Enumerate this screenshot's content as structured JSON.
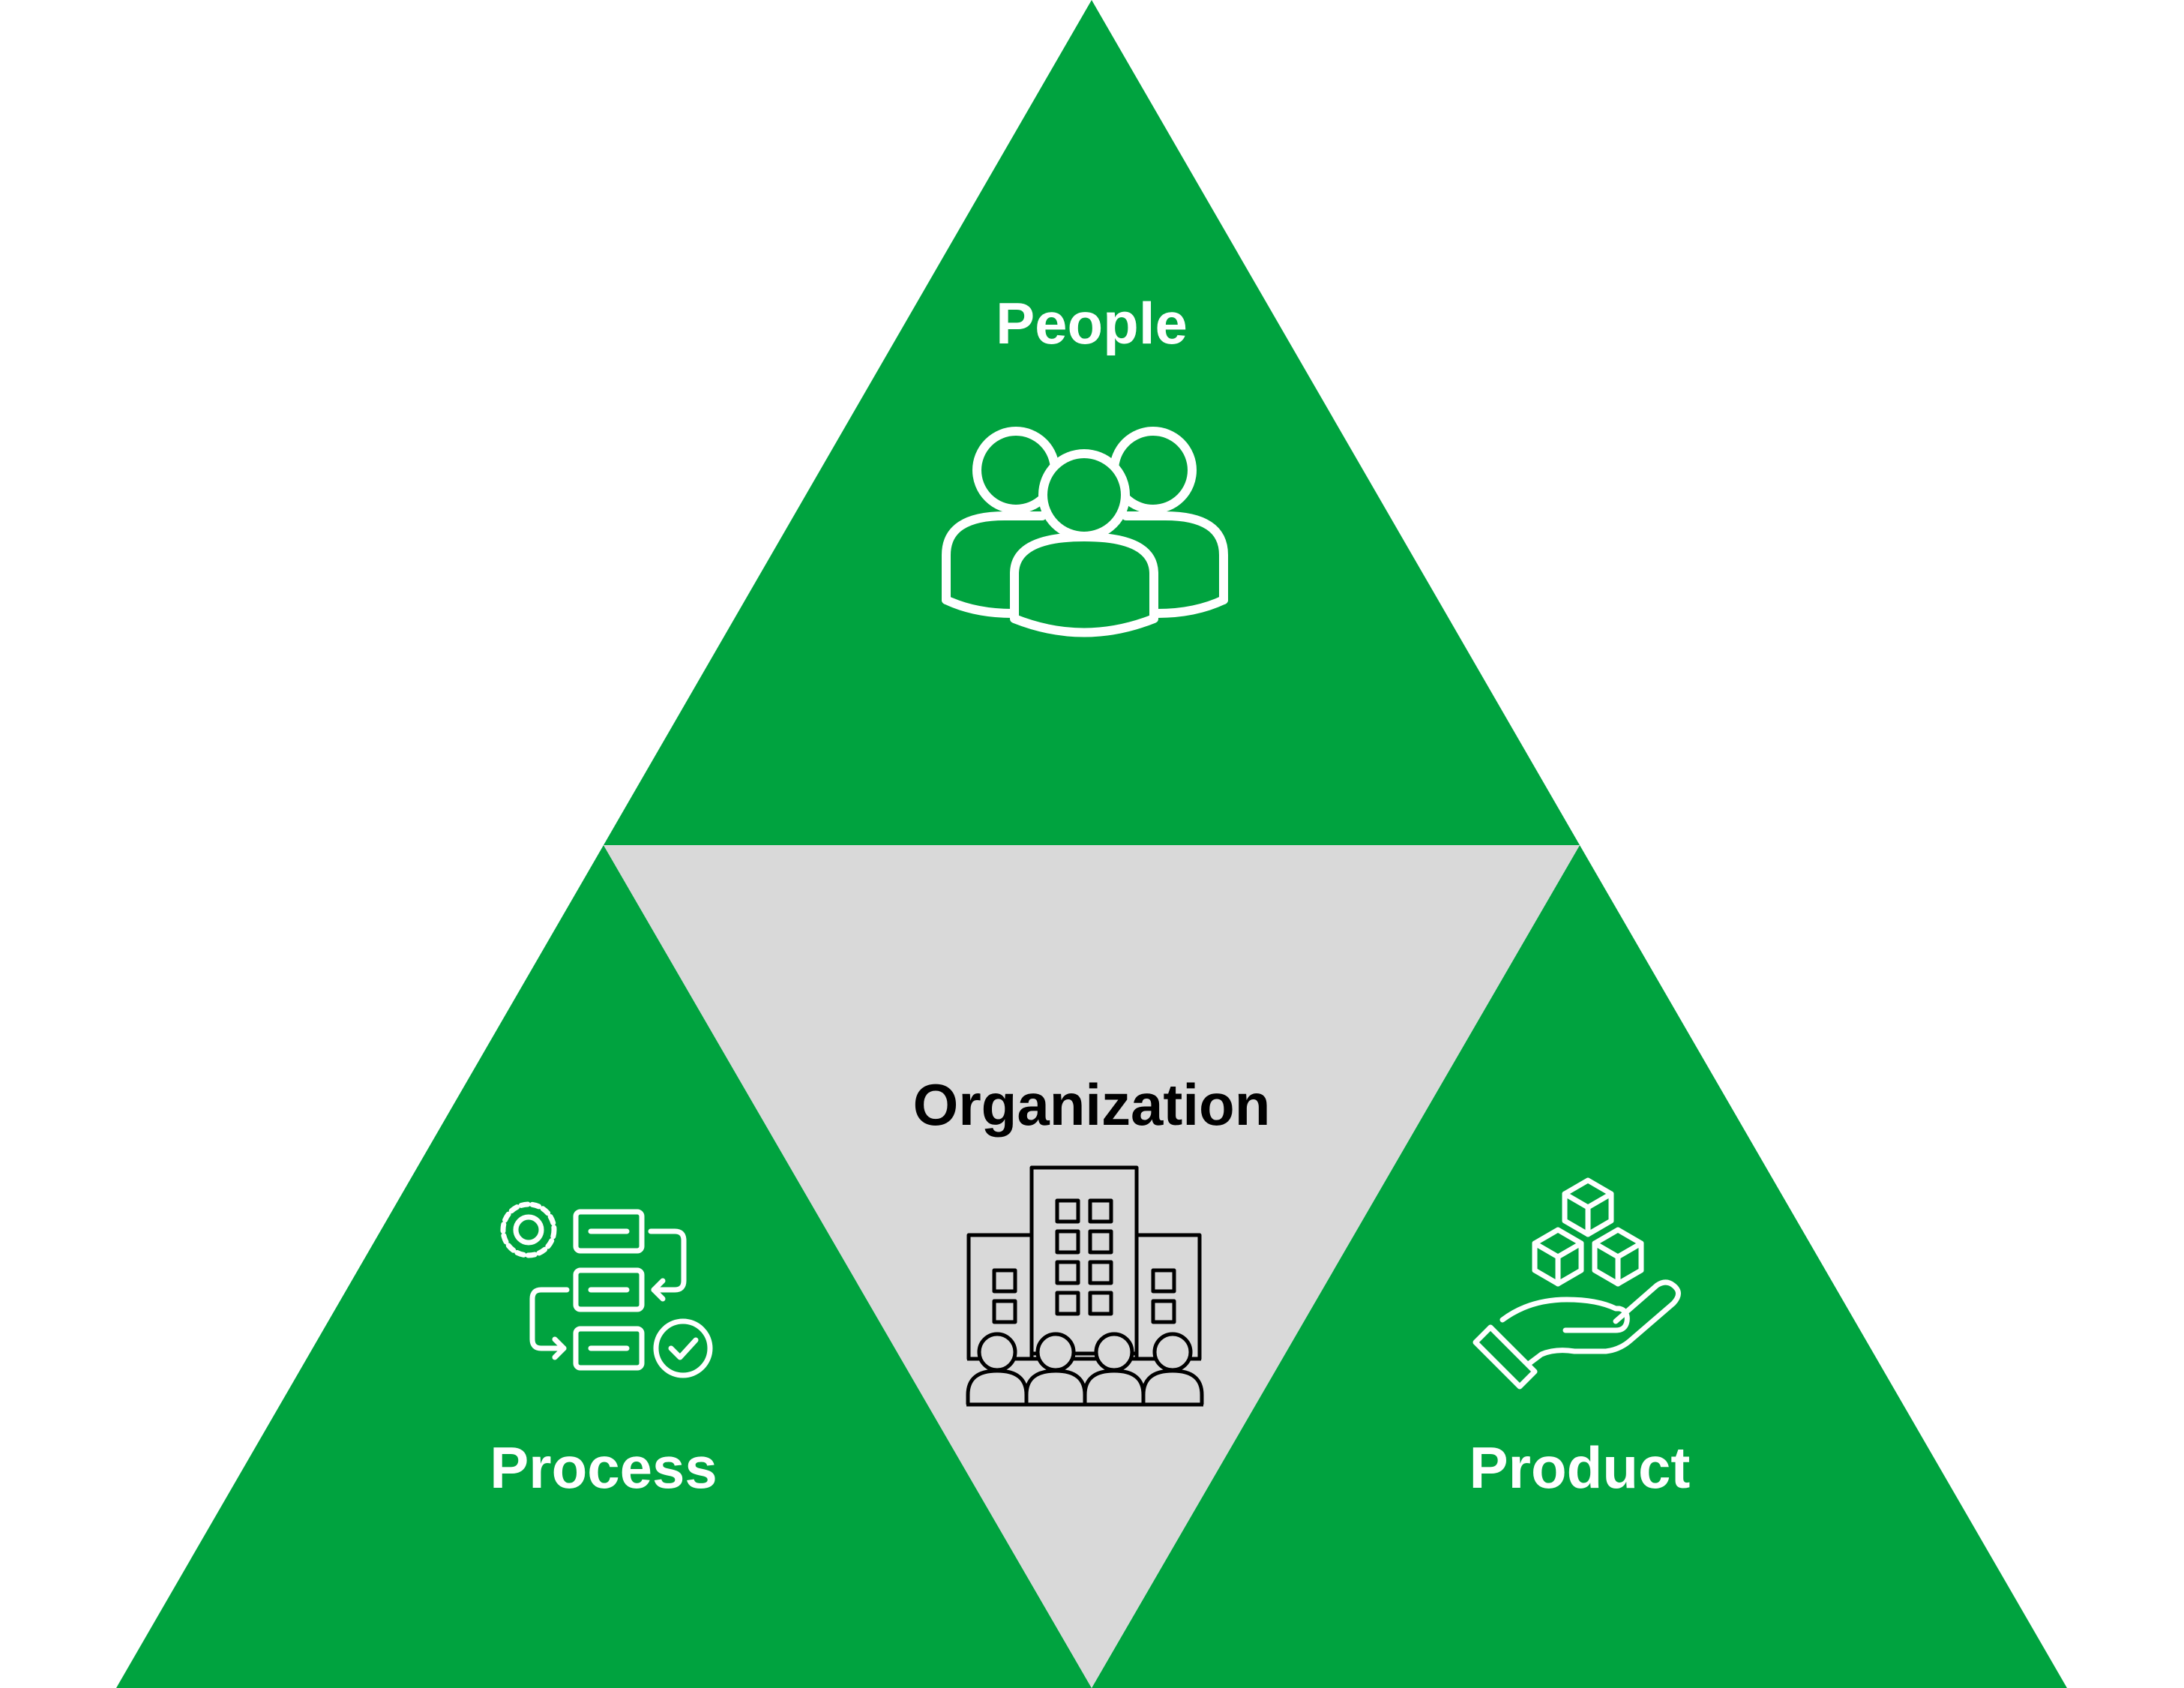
{
  "colors": {
    "background": "#ffffff",
    "triangle_green": "#00a33f",
    "center_gray": "#d9d9d9",
    "light_text": "#ffffff",
    "dark_text": "#000000"
  },
  "sections": {
    "top": {
      "label": "People",
      "icon": "people-group-icon"
    },
    "left": {
      "label": "Process",
      "icon": "process-workflow-icon"
    },
    "right": {
      "label": "Product",
      "icon": "hand-holding-cubes-icon"
    },
    "center": {
      "label": "Organization",
      "icon": "office-building-people-icon"
    }
  }
}
